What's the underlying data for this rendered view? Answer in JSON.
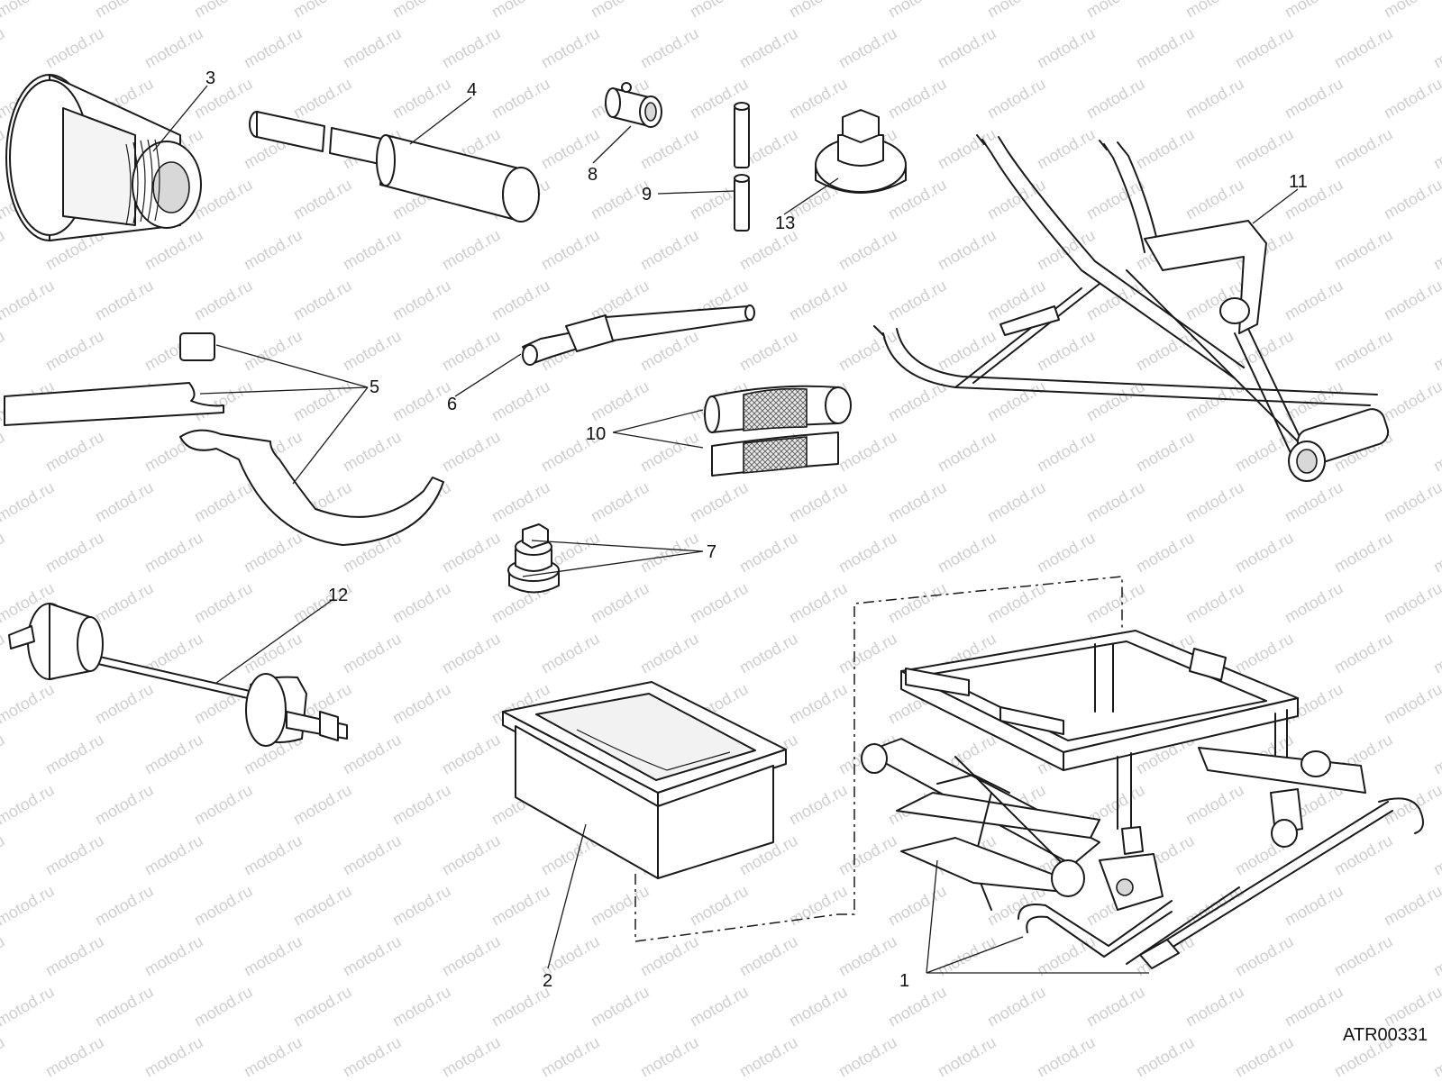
{
  "drawing_code": "ATR00331",
  "watermark": "motod.ru",
  "callouts": {
    "c1": "1",
    "c2": "2",
    "c3": "3",
    "c4": "4",
    "c5": "5",
    "c6": "6",
    "c7": "7",
    "c8": "8",
    "c9": "9",
    "c10": "10",
    "c11": "11",
    "c12": "12",
    "c13": "13"
  },
  "colors": {
    "line": "#1a1a1a",
    "background": "#ffffff",
    "watermark": "#cfcfcf"
  }
}
